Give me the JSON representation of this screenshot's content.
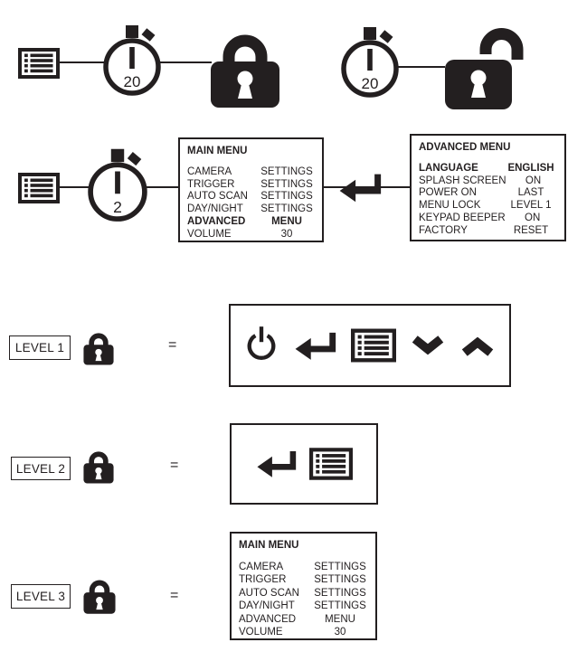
{
  "colors": {
    "ink": "#231f20",
    "background": "#ffffff"
  },
  "top_row": {
    "lock_flow_timer": "20",
    "unlock_flow_timer": "20"
  },
  "menu_flow": {
    "timer": "2"
  },
  "main_menu": {
    "title": "MAIN MENU",
    "items": [
      {
        "label": "CAMERA",
        "value": "SETTINGS"
      },
      {
        "label": "TRIGGER",
        "value": "SETTINGS"
      },
      {
        "label": "AUTO SCAN",
        "value": "SETTINGS"
      },
      {
        "label": "DAY/NIGHT",
        "value": "SETTINGS"
      },
      {
        "label": "ADVANCED",
        "value": "MENU"
      },
      {
        "label": "VOLUME",
        "value": "30"
      }
    ]
  },
  "advanced_menu": {
    "title": "ADVANCED MENU",
    "items": [
      {
        "label": "LANGUAGE",
        "value": "ENGLISH"
      },
      {
        "label": "SPLASH SCREEN",
        "value": "ON"
      },
      {
        "label": "POWER ON",
        "value": "LAST"
      },
      {
        "label": "MENU LOCK",
        "value": "LEVEL 1"
      },
      {
        "label": "KEYPAD BEEPER",
        "value": "ON"
      },
      {
        "label": "FACTORY",
        "value": "RESET"
      }
    ]
  },
  "levels": {
    "level1": {
      "label": "LEVEL 1",
      "equals": "="
    },
    "level2": {
      "label": "LEVEL 2",
      "equals": "="
    },
    "level3": {
      "label": "LEVEL 3",
      "equals": "="
    }
  },
  "icons": {
    "menu": "menu-list-icon",
    "timer": "stopwatch-icon",
    "locked": "padlock-closed-icon",
    "unlocked": "padlock-open-icon",
    "enter": "enter-return-icon",
    "power": "power-icon",
    "down": "chevron-down-icon",
    "up": "chevron-up-icon"
  }
}
